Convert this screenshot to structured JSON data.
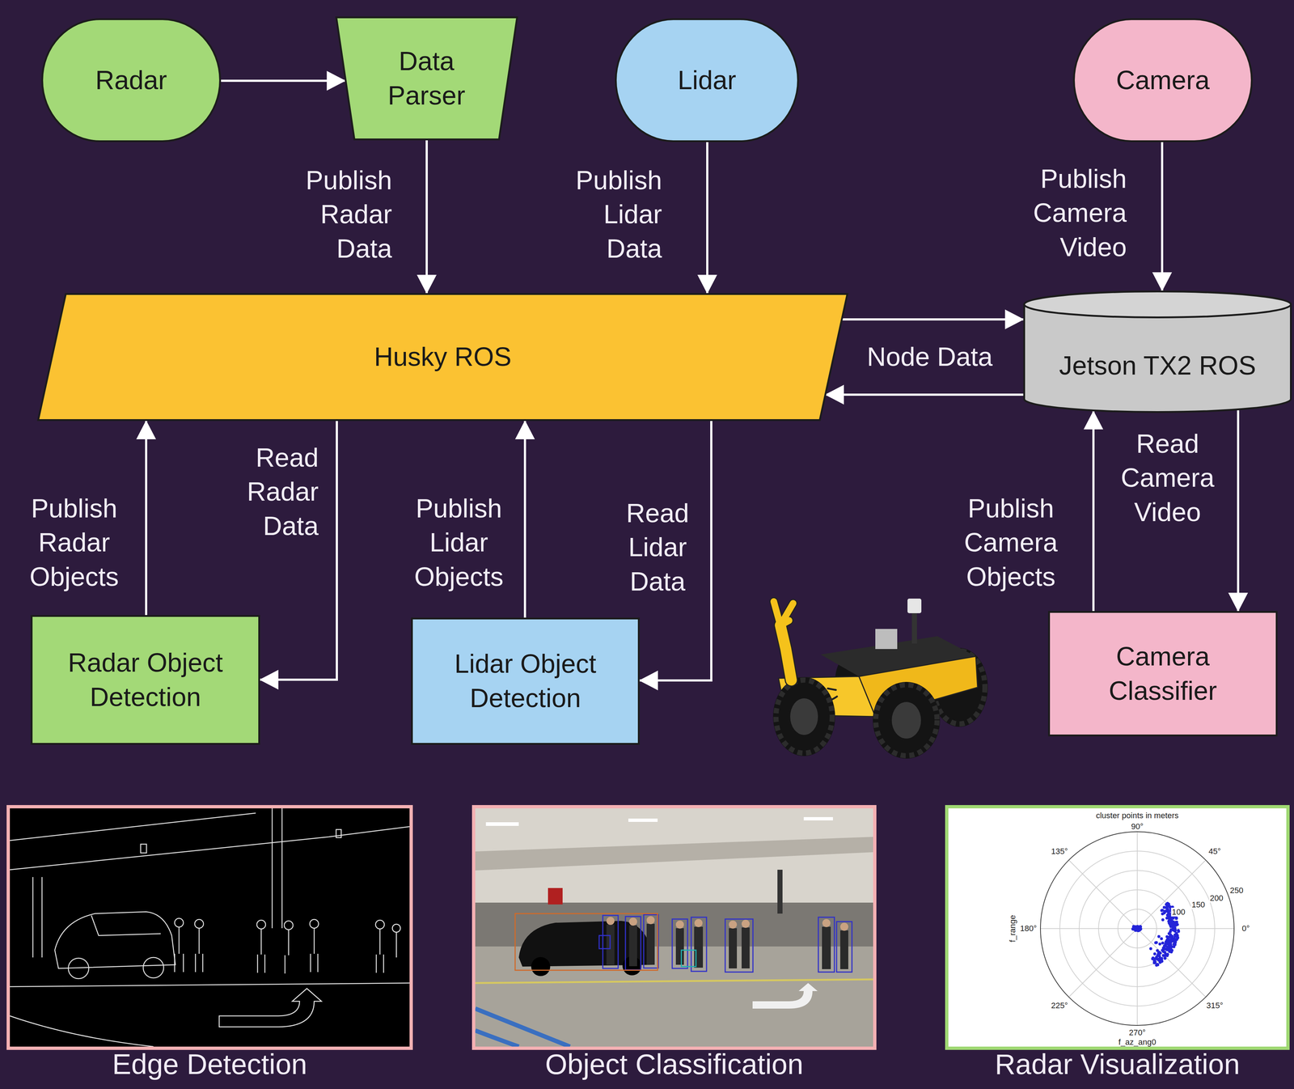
{
  "diagram": {
    "nodes": [
      {
        "text": [
          "Radar"
        ]
      },
      {
        "text": [
          "Data Parser"
        ]
      },
      {
        "text": [
          "Lidar"
        ]
      },
      {
        "text": [
          "Camera"
        ]
      },
      {
        "text": [
          "Husky ROS"
        ]
      },
      {
        "text": [
          "Jetson TX2 ROS"
        ]
      },
      {
        "text": [
          "Radar Object Detection"
        ]
      },
      {
        "text": [
          "Lidar Object Detection"
        ]
      },
      {
        "text": [
          "Camera Classifier"
        ]
      },
      {
        "text": [
          "Edge Detection"
        ]
      },
      {
        "text": [
          "Object Classification"
        ]
      },
      {
        "text": [
          "Radar Visualization"
        ]
      }
    ],
    "edges": [
      {
        "from": 0,
        "to": 1,
        "arrow": "to"
      },
      {
        "from": 1,
        "to": 4,
        "label": "Publish Radar Data",
        "arrow": "to"
      },
      {
        "from": 2,
        "to": 4,
        "label": "Publish Lidar Data",
        "arrow": "to"
      },
      {
        "from": 3,
        "to": 5,
        "label": "Publish Camera Video",
        "arrow": "to"
      },
      {
        "from": 4,
        "to": 5,
        "label": "Node Data",
        "arrow": "to"
      },
      {
        "from": 5,
        "to": 4,
        "arrow": "to"
      },
      {
        "from": 6,
        "to": 4,
        "label": "Publish Radar Objects",
        "arrow": "to"
      },
      {
        "from": 4,
        "to": 6,
        "label": "Read Radar Data",
        "arrow": "to"
      },
      {
        "from": 7,
        "to": 4,
        "label": "Publish Lidar Objects",
        "arrow": "to"
      },
      {
        "from": 4,
        "to": 7,
        "label": "Read Lidar Data",
        "arrow": "to"
      },
      {
        "from": 8,
        "to": 5,
        "label": "Publish Camera Objects",
        "arrow": "to"
      },
      {
        "from": 5,
        "to": 8,
        "label": "Read Camera Video",
        "arrow": "to"
      }
    ],
    "labels": [
      "cluster points in meters",
      "90°",
      "45°",
      "135°",
      "180°",
      "f_range",
      "0°",
      "100",
      "150",
      "200",
      "250",
      "225°",
      "315°",
      "270°",
      "f_az_ang0"
    ]
  }
}
